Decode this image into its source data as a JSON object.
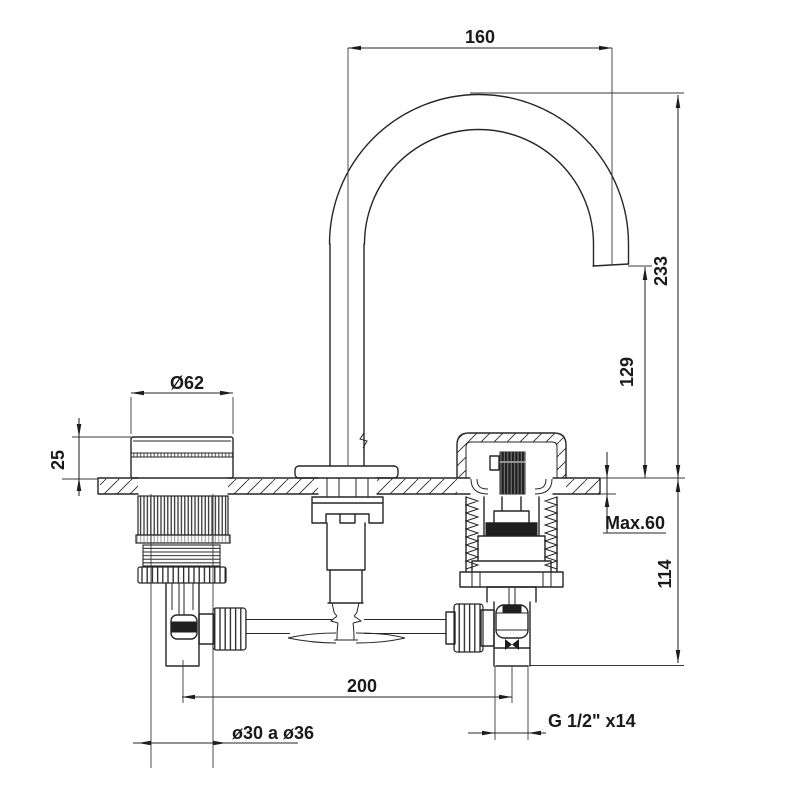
{
  "meta": {
    "background": "#ffffff",
    "line_color": "#262626",
    "drawing_type": "technical dimension drawing",
    "subject": "three-hole basin faucet with gooseneck spout, section view"
  },
  "labels": {
    "spout_reach": "160",
    "height_total": "233",
    "height_outlet": "129",
    "handle_diameter": "Ø62",
    "handle_height": "25",
    "deck_max": "Max.60",
    "below_deck_depth": "114",
    "centers_distance": "200",
    "hole_range": "ø30 a ø36",
    "inlet_thread": "G 1/2\" x14"
  }
}
